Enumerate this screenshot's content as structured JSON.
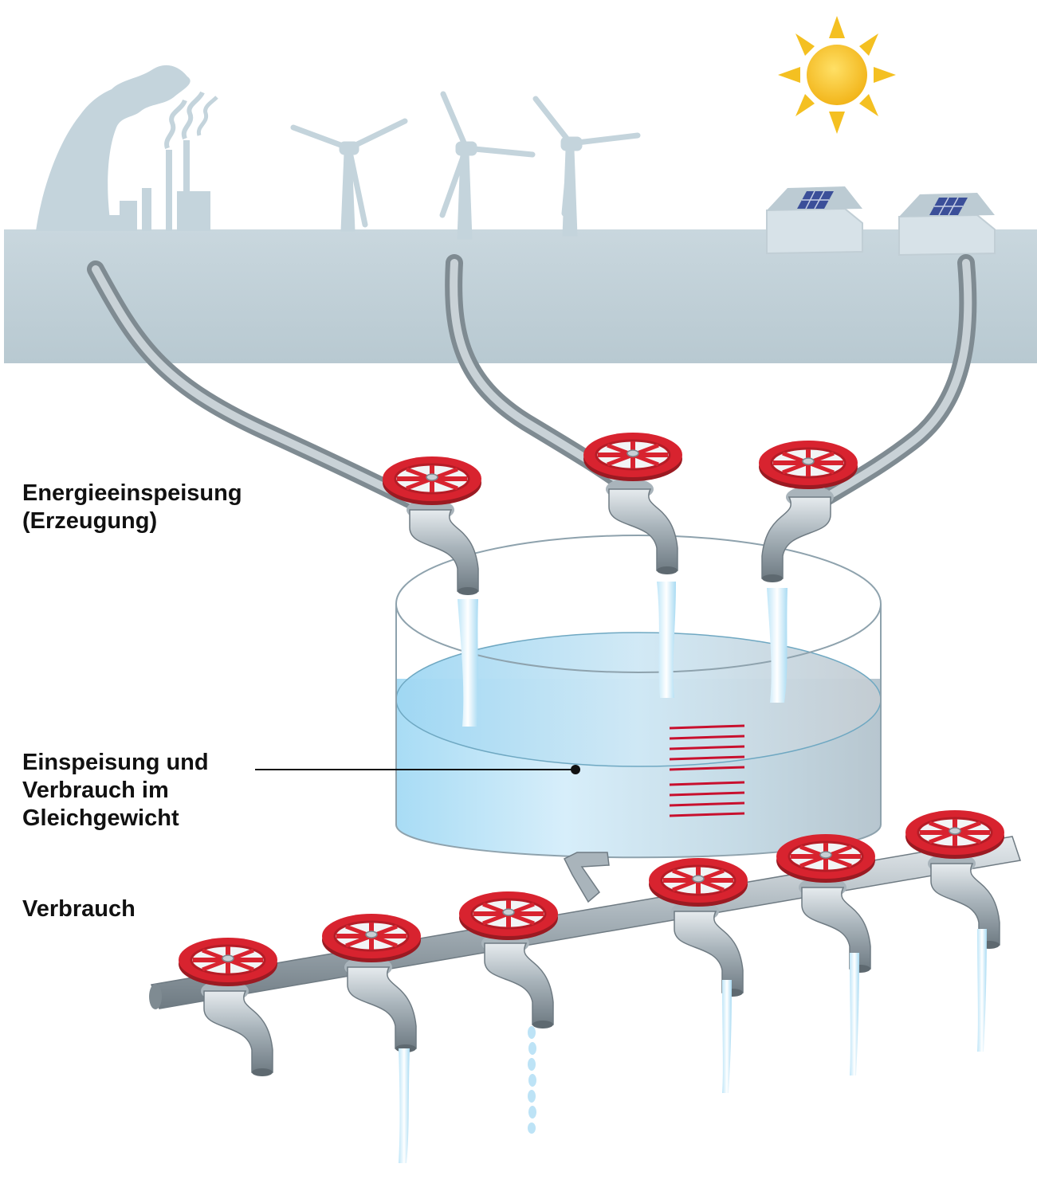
{
  "labels": {
    "feed_in": [
      "Energieeinspeisung",
      "(Erzeugung)"
    ],
    "balance": [
      "Einspeisung und",
      "Verbrauch im",
      "Gleichgewicht"
    ],
    "consumption": [
      "Verbrauch"
    ]
  },
  "colors": {
    "ground": "#c2d2da",
    "silhouette": "#c4d4dc",
    "pipe": "#a9b4bb",
    "valve_red": "#d8232f",
    "water": "#bfe4f6",
    "sun": "#f4c021",
    "level_marks": "#c8102e",
    "text": "#111111"
  },
  "icons": [
    "power-plant-icon",
    "wind-turbine-icon",
    "solar-house-icon",
    "sun-icon",
    "valve-icon",
    "faucet-icon",
    "water-tank-icon"
  ]
}
